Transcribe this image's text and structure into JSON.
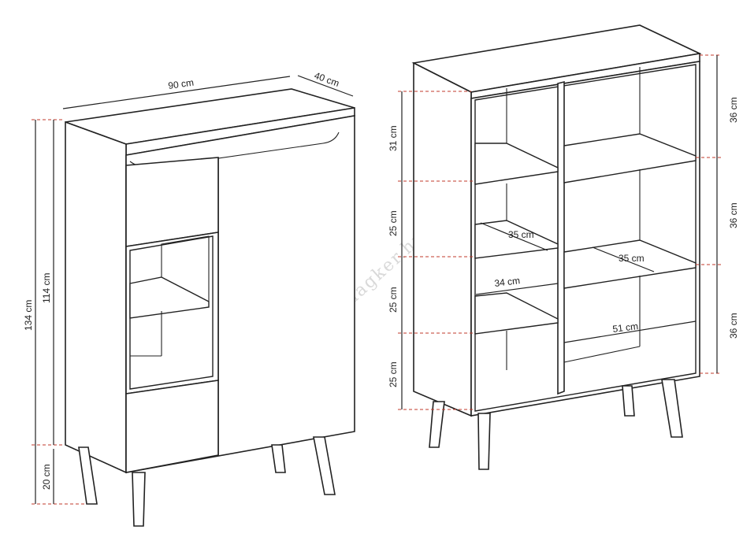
{
  "watermark": "www.robinagker.hu",
  "left_cabinet": {
    "width_label": "90 cm",
    "depth_label": "40 cm",
    "total_height_label": "134 cm",
    "body_height_label": "114 cm",
    "leg_height_label": "20 cm"
  },
  "right_cabinet": {
    "compartment_heights_left": [
      "31 cm",
      "25 cm",
      "25 cm",
      "25 cm"
    ],
    "compartment_heights_right": [
      "36 cm",
      "36 cm",
      "36 cm"
    ],
    "shelf_depth_left_label": "35 cm",
    "shelf_depth_right_label": "35 cm",
    "inner_width_left_label": "34 cm",
    "inner_width_right_label": "51 cm"
  }
}
